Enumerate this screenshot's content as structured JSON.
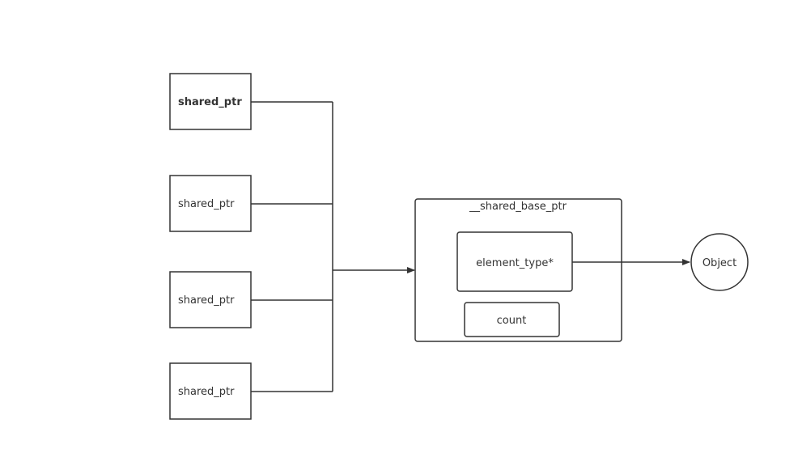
{
  "diagram": {
    "pointers": [
      {
        "label": "shared_ptr",
        "bold": true
      },
      {
        "label": "shared_ptr",
        "bold": false
      },
      {
        "label": "shared_ptr",
        "bold": false
      },
      {
        "label": "shared_ptr",
        "bold": false
      }
    ],
    "control_block": {
      "title": "__shared_base_ptr",
      "element_field": "element_type*",
      "count_field": "count"
    },
    "target": {
      "label": "Object"
    },
    "colors": {
      "stroke": "#333333",
      "text": "#333333",
      "background": "#ffffff"
    }
  }
}
